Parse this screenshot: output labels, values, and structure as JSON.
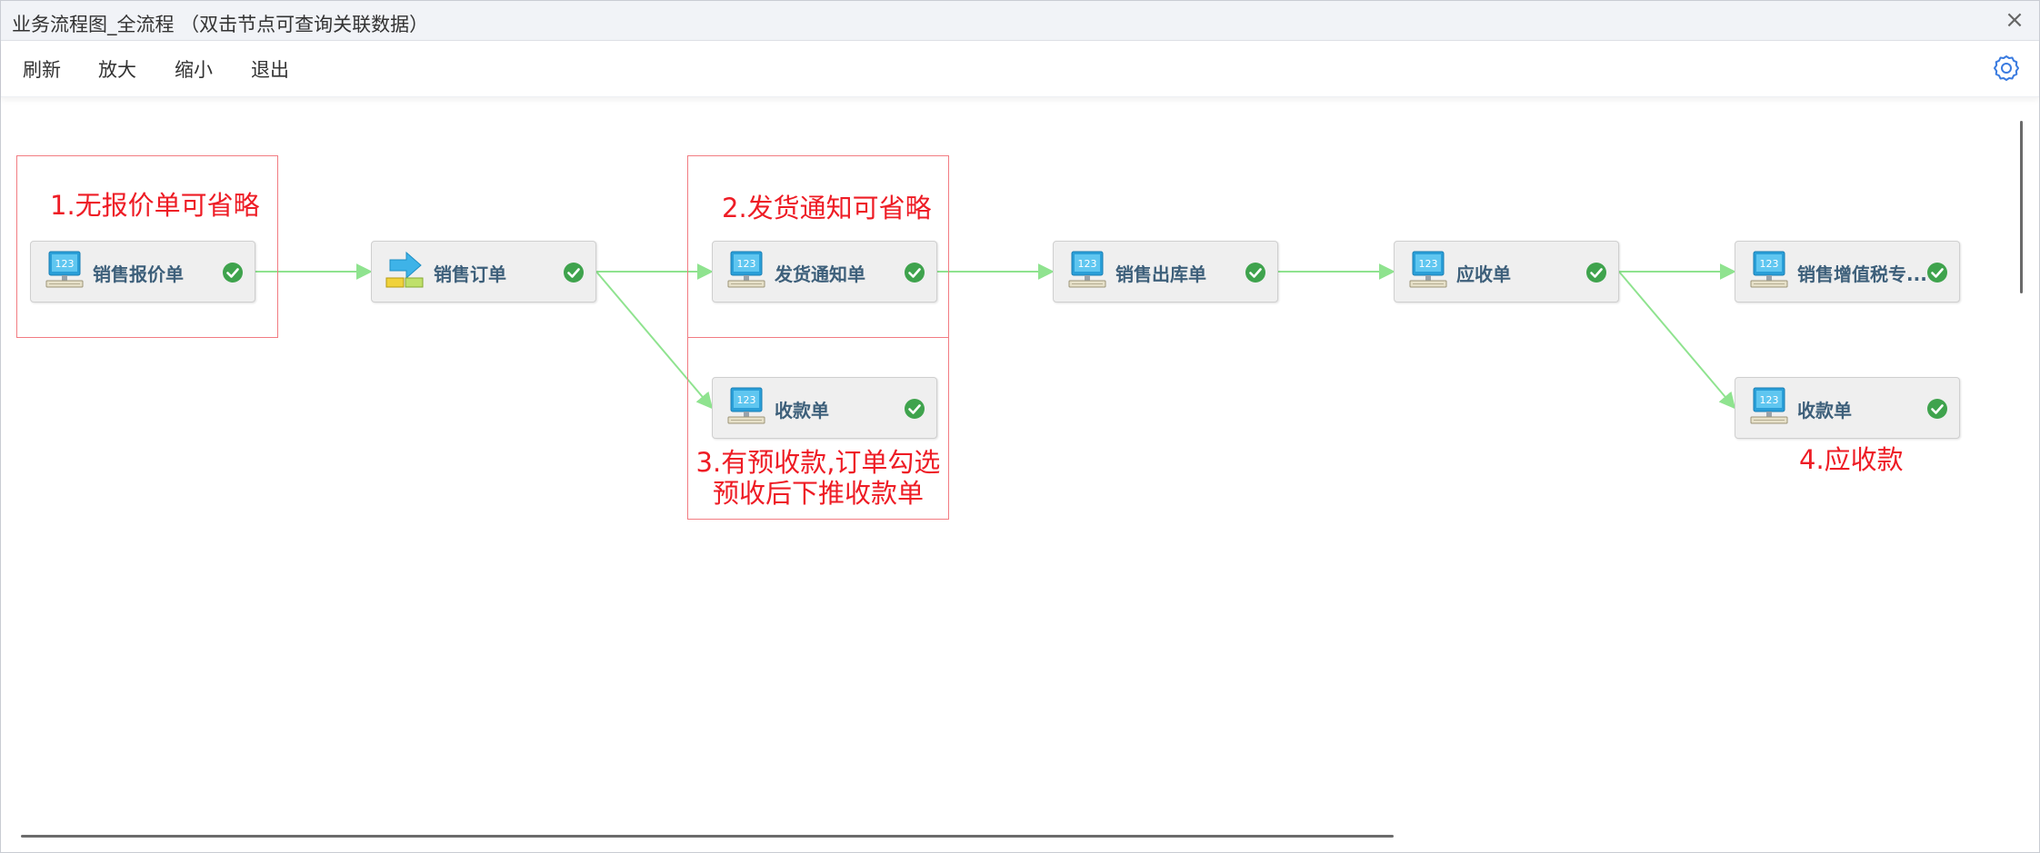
{
  "window": {
    "title": "业务流程图_全流程 （双击节点可查询关联数据）",
    "close_symbol": "×"
  },
  "toolbar": {
    "refresh": "刷新",
    "zoom_in": "放大",
    "zoom_out": "缩小",
    "exit": "退出",
    "settings_icon": "gear-icon"
  },
  "colors": {
    "node_label": "#3d5f7a",
    "annotation": "#ee1c25",
    "annotation_box": "#f27c82",
    "edge": "#8fe38f",
    "check": "#3fa34d",
    "accent": "#3a7be0"
  },
  "nodes": [
    {
      "id": "quote",
      "label": "销售报价单",
      "icon": "monitor-123-icon",
      "status": "check-circle-icon"
    },
    {
      "id": "order",
      "label": "销售订单",
      "icon": "arrow-transfer-icon",
      "status": "check-circle-icon"
    },
    {
      "id": "delivery",
      "label": "发货通知单",
      "icon": "monitor-123-icon",
      "status": "check-circle-icon"
    },
    {
      "id": "prereceipt",
      "label": "收款单",
      "icon": "monitor-123-icon",
      "status": "check-circle-icon"
    },
    {
      "id": "outbound",
      "label": "销售出库单",
      "icon": "monitor-123-icon",
      "status": "check-circle-icon"
    },
    {
      "id": "receivable",
      "label": "应收单",
      "icon": "monitor-123-icon",
      "status": "check-circle-icon"
    },
    {
      "id": "vat",
      "label": "销售增值税专...",
      "icon": "monitor-123-icon",
      "status": "check-circle-icon"
    },
    {
      "id": "receipt",
      "label": "收款单",
      "icon": "monitor-123-icon",
      "status": "check-circle-icon"
    }
  ],
  "edges": [
    [
      "quote",
      "order"
    ],
    [
      "order",
      "delivery"
    ],
    [
      "order",
      "prereceipt"
    ],
    [
      "delivery",
      "outbound"
    ],
    [
      "outbound",
      "receivable"
    ],
    [
      "receivable",
      "vat"
    ],
    [
      "receivable",
      "receipt"
    ]
  ],
  "annotations": {
    "a1": "1.无报价单可省略",
    "a2": "2.发货通知可省略",
    "a3_line1": "3.有预收款,订单勾选",
    "a3_line2": "预收后下推收款单",
    "a4": "4.应收款"
  }
}
